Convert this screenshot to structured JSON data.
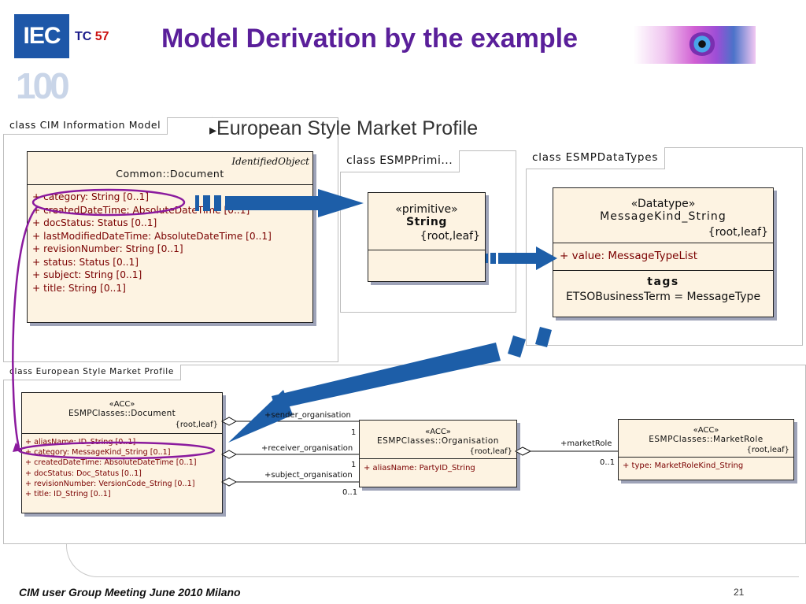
{
  "header": {
    "logo_text": "IEC",
    "logo_sub": "100",
    "tc_label": "TC",
    "tc_number": "57",
    "title": "Model Derivation by the example",
    "subtitle": "European Style Market Profile"
  },
  "packages": {
    "cim": {
      "tab": "class CIM Information Model"
    },
    "primitives": {
      "tab": "class ESMPPrimi..."
    },
    "datatypes": {
      "tab": "class ESMPDataTypes"
    },
    "esmp": {
      "tab": "class European Style Market Profile"
    }
  },
  "cim_document": {
    "parent": "IdentifiedObject",
    "name": "Common::Document",
    "attributes": [
      "+    category:  String [0..1]",
      "+    createdDateTime:  AbsoluteDateTime [0..1]",
      "+    docStatus:  Status [0..1]",
      "+    lastModifiedDateTime:  AbsoluteDateTime [0..1]",
      "+    revisionNumber:  String [0..1]",
      "+    status:  Status [0..1]",
      "+    subject:  String [0..1]",
      "+    title:  String [0..1]"
    ]
  },
  "primitive_string": {
    "stereotype": "«primitive»",
    "name": "String",
    "constraint": "{root,leaf}"
  },
  "datatype_mk": {
    "stereotype": "«Datatype»",
    "name": "MessageKind_String",
    "constraint": "{root,leaf}",
    "attribute": "+    value:  MessageTypeList",
    "tags_label": "tags",
    "tag": "ETSOBusinessTerm =  MessageType"
  },
  "esmp_document": {
    "stereotype": "«ACC»",
    "name": "ESMPClasses::Document",
    "constraint": "{root,leaf}",
    "attributes": [
      "+    aliasName:  ID_String [0..1]",
      "+    category:  MessageKind_String [0..1]",
      "+    createdDateTime:  AbsoluteDateTime [0..1]",
      "+    docStatus:  Doc_Status [0..1]",
      "+    revisionNumber:  VersionCode_String [0..1]",
      "+    title:  ID_String [0..1]"
    ]
  },
  "esmp_organisation": {
    "stereotype": "«ACC»",
    "name": "ESMPClasses::Organisation",
    "constraint": "{root,leaf}",
    "attribute": "+    aliasName:  PartyID_String"
  },
  "esmp_marketrole": {
    "stereotype": "«ACC»",
    "name": "ESMPClasses::MarketRole",
    "constraint": "{root,leaf}",
    "attribute": "+    type:  MarketRoleKind_String"
  },
  "associations": {
    "sender": "+sender_organisation",
    "sender_mult": "1",
    "receiver": "+receiver_organisation",
    "receiver_mult": "1",
    "subject": "+subject_organisation",
    "subject_mult": "0..1",
    "marketrole": "+marketRole",
    "marketrole_mult": "0..1"
  },
  "footer": {
    "text": "CIM user Group Meeting  June 2010 Milano",
    "page": "21"
  },
  "colors": {
    "title": "#5a1f9a",
    "arrow": "#1d5ea8",
    "highlight": "#8b1a9e",
    "class_fill": "#fdf3e2"
  }
}
